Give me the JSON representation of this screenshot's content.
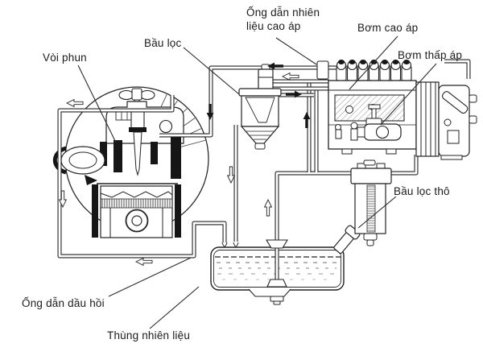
{
  "diagram": {
    "labels": {
      "injector": "Vòi phun",
      "filter": "Bầu lọc",
      "hp_line": "Ống dẫn nhiên\nliệu cao áp",
      "hp_pump": "Bơm cao áp",
      "lp_pump": "Bơm thấp áp",
      "coarse_filter": "Bầu lọc thô",
      "return_line": "Ống dẫn dầu hồi",
      "fuel_tank": "Thùng nhiên liệu"
    },
    "icons": {
      "flow-arrow-solid": "➤",
      "flow-arrow-outline": "▷"
    },
    "colors": {
      "ink": "#1c1c1c",
      "paper": "#ffffff"
    }
  }
}
